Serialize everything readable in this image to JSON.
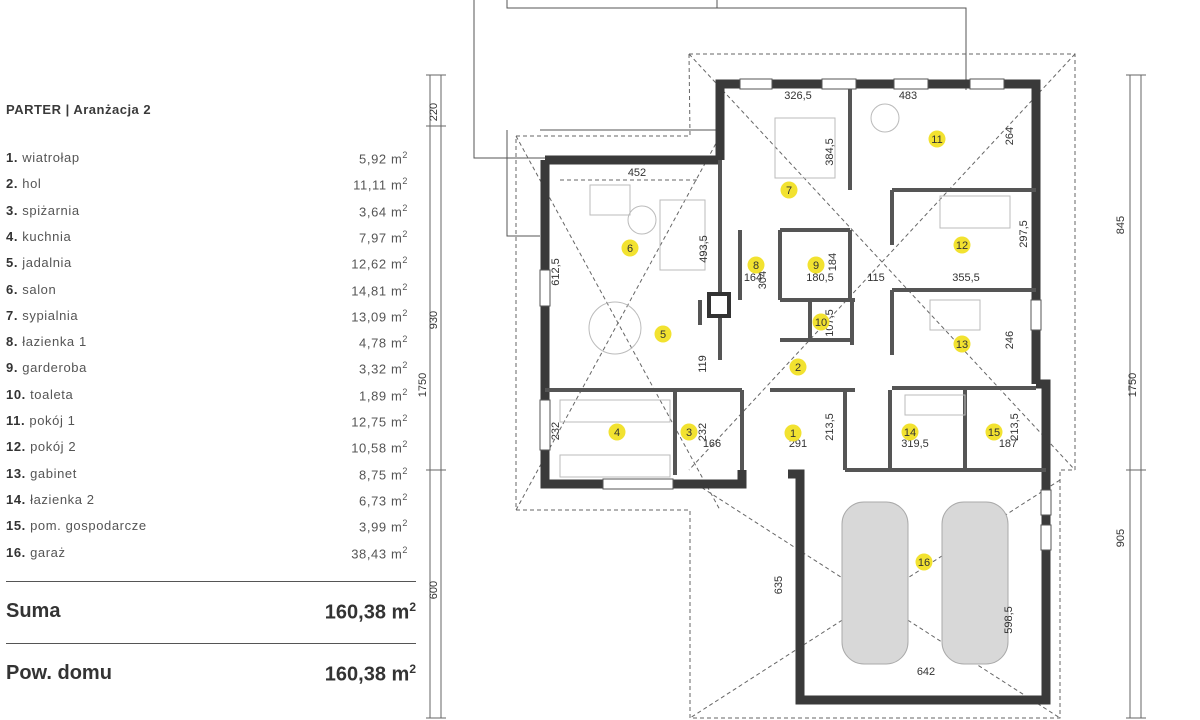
{
  "heading": "PARTER | Aranżacja 2",
  "rooms": [
    {
      "num": "1.",
      "name": "wiatrołap",
      "area": "5,92",
      "unit": "m",
      "exp": "2"
    },
    {
      "num": "2.",
      "name": "hol",
      "area": "11,11",
      "unit": "m",
      "exp": "2"
    },
    {
      "num": "3.",
      "name": "spiżarnia",
      "area": "3,64",
      "unit": "m",
      "exp": "2"
    },
    {
      "num": "4.",
      "name": "kuchnia",
      "area": "7,97",
      "unit": "m",
      "exp": "2"
    },
    {
      "num": "5.",
      "name": "jadalnia",
      "area": "12,62",
      "unit": "m",
      "exp": "2"
    },
    {
      "num": "6.",
      "name": "salon",
      "area": "14,81",
      "unit": "m",
      "exp": "2"
    },
    {
      "num": "7.",
      "name": "sypialnia",
      "area": "13,09",
      "unit": "m",
      "exp": "2"
    },
    {
      "num": "8.",
      "name": "łazienka 1",
      "area": "4,78",
      "unit": "m",
      "exp": "2"
    },
    {
      "num": "9.",
      "name": "garderoba",
      "area": "3,32",
      "unit": "m",
      "exp": "2"
    },
    {
      "num": "10.",
      "name": "toaleta",
      "area": "1,89",
      "unit": "m",
      "exp": "2"
    },
    {
      "num": "11.",
      "name": "pokój 1",
      "area": "12,75",
      "unit": "m",
      "exp": "2"
    },
    {
      "num": "12.",
      "name": "pokój 2",
      "area": "10,58",
      "unit": "m",
      "exp": "2"
    },
    {
      "num": "13.",
      "name": "gabinet",
      "area": "8,75",
      "unit": "m",
      "exp": "2"
    },
    {
      "num": "14.",
      "name": "łazienka 2",
      "area": "6,73",
      "unit": "m",
      "exp": "2"
    },
    {
      "num": "15.",
      "name": "pom. gospodarcze",
      "area": "3,99",
      "unit": "m",
      "exp": "2"
    },
    {
      "num": "16.",
      "name": "garaż",
      "area": "38,43",
      "unit": "m",
      "exp": "2"
    }
  ],
  "summary": {
    "sum_label": "Suma",
    "sum_value": "160,38 m",
    "sum_exp": "2",
    "house_label": "Pow. domu",
    "house_value": "160,38 m",
    "house_exp": "2"
  },
  "badges": [
    "1",
    "2",
    "3",
    "4",
    "5",
    "6",
    "7",
    "8",
    "9",
    "10",
    "11",
    "12",
    "13",
    "14",
    "15",
    "16"
  ],
  "dimensions": [
    "326,5",
    "483",
    "384,5",
    "264",
    "452",
    "493,5",
    "612,5",
    "164",
    "304",
    "180,5",
    "184",
    "115",
    "355,5",
    "297,5",
    "107,5",
    "246",
    "119",
    "232",
    "232",
    "166",
    "291",
    "213,5",
    "319,5",
    "213,5",
    "187",
    "635",
    "598,5",
    "642"
  ],
  "side_dims": [
    "220",
    "930",
    "1750",
    "600",
    "845",
    "1750",
    "905"
  ],
  "colors": {
    "wall": "#3a3a3a",
    "badge": "#f2e230",
    "guide": "#555555"
  }
}
